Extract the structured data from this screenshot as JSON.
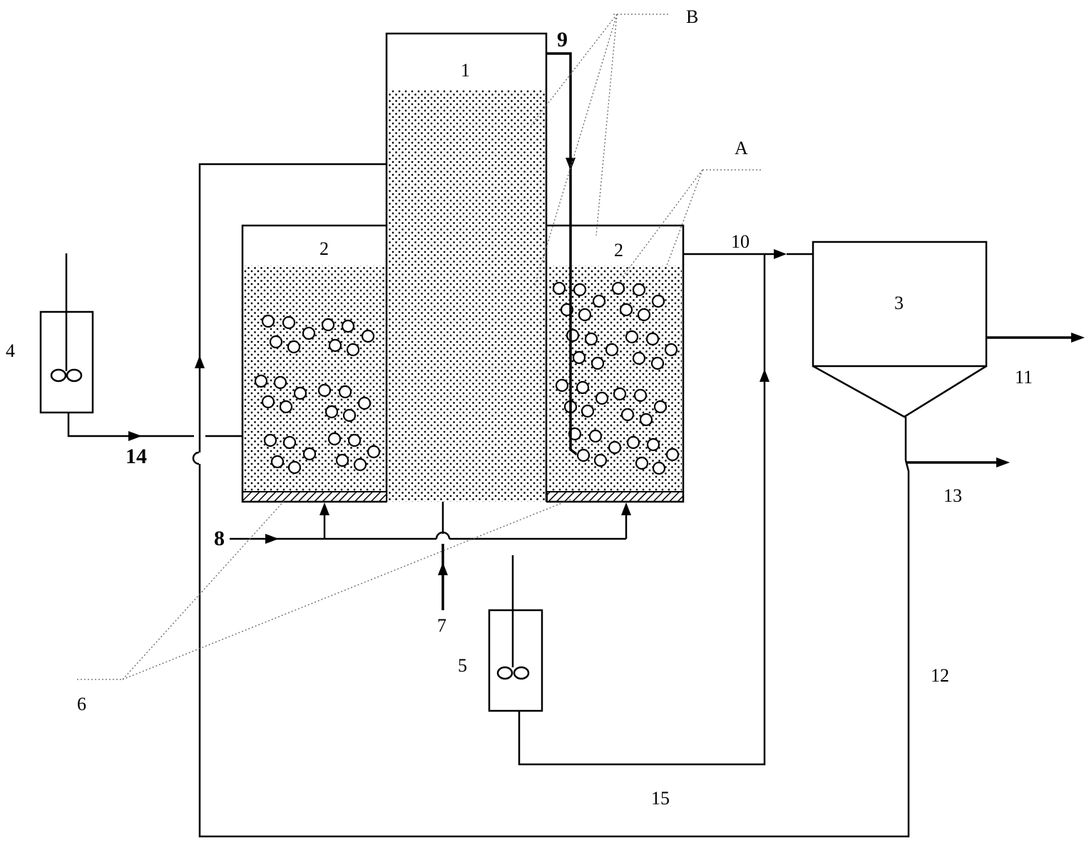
{
  "labels": {
    "column": "1",
    "tank_left": "2",
    "tank_right": "2",
    "settler": "3",
    "mixer_left": "4",
    "mixer_bottom": "5",
    "aerator": "6",
    "inlet_bottom": "7",
    "inlet_air": "8",
    "pipe_top": "9",
    "pipe_out": "10",
    "effluent": "11",
    "recycle": "12",
    "sludge": "13",
    "feed": "14",
    "dosing": "15",
    "callout_a": "A",
    "callout_b": "B"
  },
  "colors": {
    "ink": "#000000",
    "fill_dot": "#000000",
    "paper": "#ffffff",
    "leader": "#666666"
  }
}
